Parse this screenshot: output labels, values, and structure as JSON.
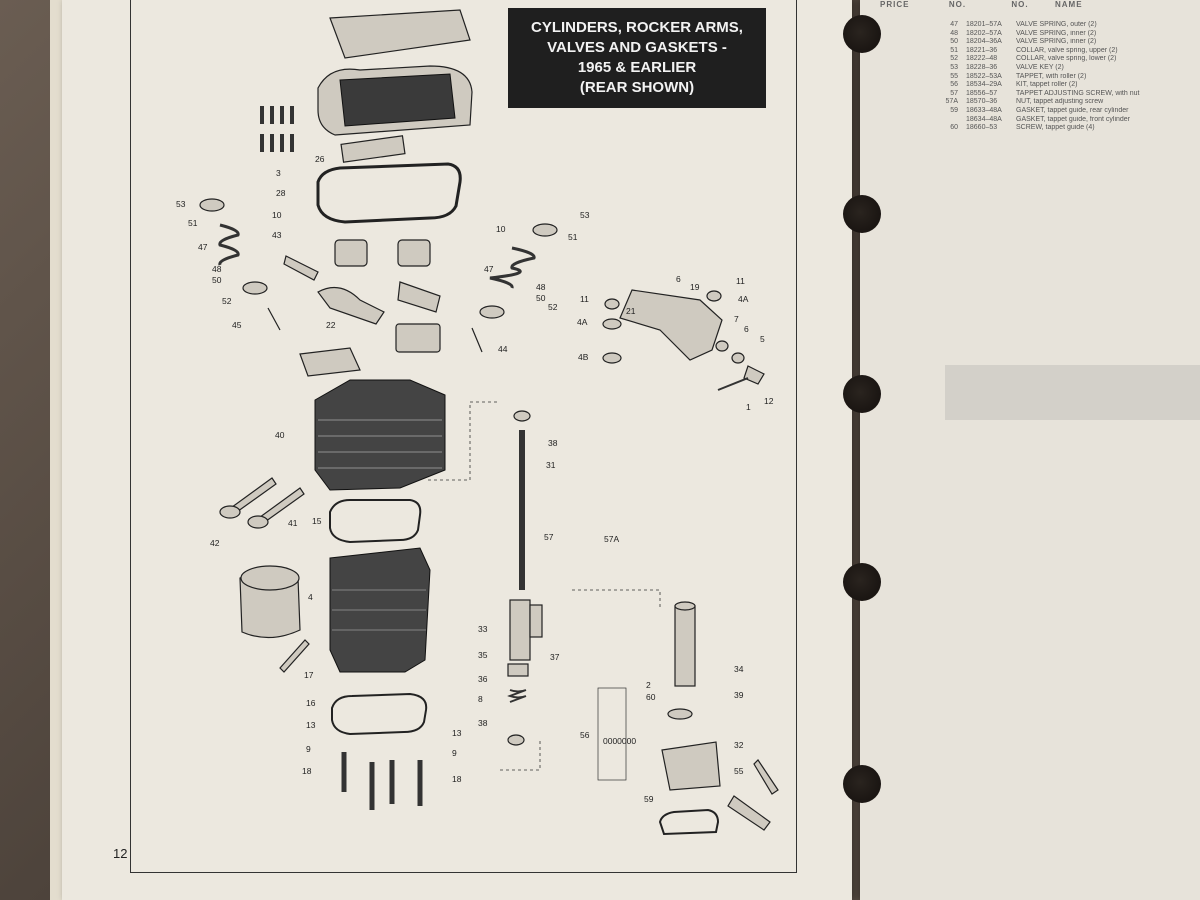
{
  "title_lines": [
    "CYLINDERS, ROCKER ARMS,",
    "VALVES AND GASKETS -",
    "1965 & EARLIER",
    "(REAR SHOWN)"
  ],
  "page_number": "12",
  "parts_table": {
    "headers": [
      "PRICE",
      "NO.",
      "NO.",
      "NAME"
    ],
    "rows": [
      {
        "ref": "47",
        "no": "18201–57A",
        "name": "VALVE SPRING, outer (2)"
      },
      {
        "ref": "48",
        "no": "18202–57A",
        "name": "VALVE SPRING, inner (2)"
      },
      {
        "ref": "50",
        "no": "18204–36A",
        "name": "VALVE SPRING, inner (2)"
      },
      {
        "ref": "51",
        "no": "18221–36",
        "name": "COLLAR, valve spring, upper (2)"
      },
      {
        "ref": "52",
        "no": "18222–48",
        "name": "COLLAR, valve spring, lower (2)"
      },
      {
        "ref": "53",
        "no": "18228–36",
        "name": "VALVE KEY (2)"
      },
      {
        "ref": "55",
        "no": "18522–53A",
        "name": "TAPPET, with roller (2)"
      },
      {
        "ref": "56",
        "no": "18534–29A",
        "name": "KIT, tappet roller (2)"
      },
      {
        "ref": "57",
        "no": "18556–57",
        "name": "TAPPET ADJUSTING SCREW, with nut"
      },
      {
        "ref": "57A",
        "no": "18570–36",
        "name": "NUT, tappet adjusting screw"
      },
      {
        "ref": "59",
        "no": "18633–48A",
        "name": "GASKET, tappet guide, rear cylinder"
      },
      {
        "ref": "",
        "no": "18634–48A",
        "name": "GASKET, tappet guide, front cylinder"
      },
      {
        "ref": "60",
        "no": "18660–53",
        "name": "SCREW, tappet guide (4)"
      }
    ]
  },
  "callouts": {
    "c53a": "53",
    "c51a": "51",
    "c47a": "47",
    "c48a": "48",
    "c50a": "50",
    "c52a": "52",
    "c45": "45",
    "c43": "43",
    "c10a": "10",
    "c10b": "10",
    "c3": "3",
    "c26": "26",
    "c28": "28",
    "c53b": "53",
    "c51b": "51",
    "c47b": "47",
    "c48b": "48",
    "c50b": "50",
    "c52b": "52",
    "c22": "22",
    "c44": "44",
    "c11a": "11",
    "c21": "21",
    "c6a": "6",
    "c19": "19",
    "c11b": "11",
    "c4Aa": "4A",
    "c4Ab": "4A",
    "c4B": "4B",
    "c7": "7",
    "c6b": "6",
    "c5": "5",
    "c12": "12",
    "c1": "1",
    "c38a": "38",
    "c31": "31",
    "c40": "40",
    "c41": "41",
    "c42": "42",
    "c15": "15",
    "c57": "57",
    "c57A": "57A",
    "c4": "4",
    "c17": "17",
    "c33": "33",
    "c37": "37",
    "c35": "35",
    "c36": "36",
    "c8": "8",
    "c38b": "38",
    "c34": "34",
    "c2": "2",
    "c60": "60",
    "c39": "39",
    "c56": "56",
    "c32": "32",
    "c55": "55",
    "c59": "59",
    "c16": "16",
    "c13a": "13",
    "c13b": "13",
    "c9a": "9",
    "c9b": "9",
    "c18a": "18",
    "c18b": "18"
  },
  "kit_label": "0000000"
}
